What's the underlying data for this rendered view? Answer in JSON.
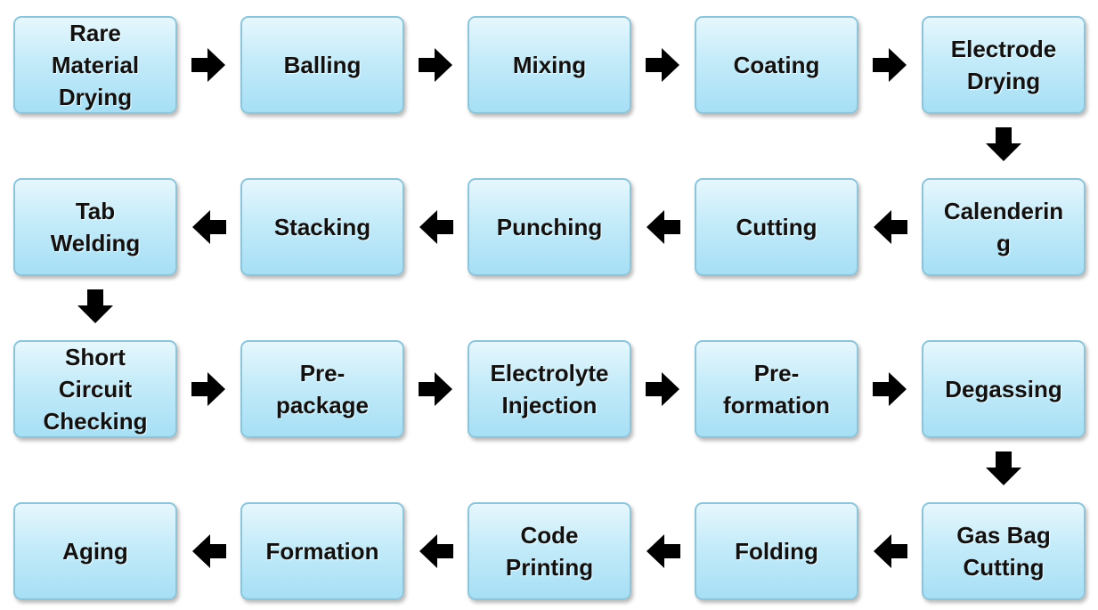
{
  "steps": [
    "Rare\nMaterial\nDrying",
    "Balling",
    "Mixing",
    "Coating",
    "Electrode\nDrying",
    "Calenderin\ng",
    "Cutting",
    "Punching",
    "Stacking",
    "Tab\nWelding",
    "Short\nCircuit\nChecking",
    "Pre-\npackage",
    "Electrolyte\nInjection",
    "Pre-\nformation",
    "Degassing",
    "Gas Bag\nCutting",
    "Folding",
    "Code\nPrinting",
    "Formation",
    "Aging"
  ],
  "colors": {
    "box_top": "#e6f7fd",
    "box_bottom": "#a6dff5",
    "box_border": "#8fc4d8",
    "arrow": "#000000",
    "text": "#111111"
  }
}
